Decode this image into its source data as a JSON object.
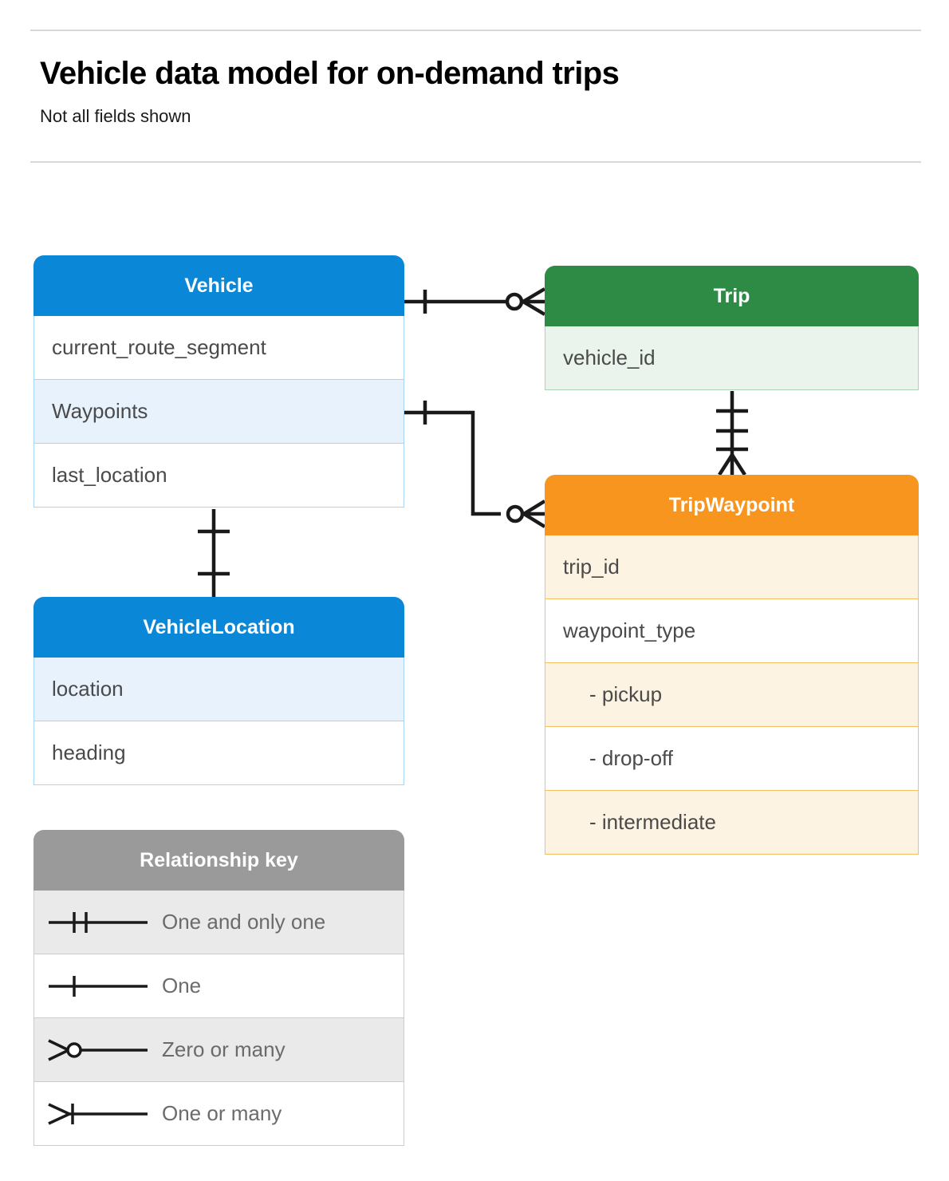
{
  "header": {
    "title": "Vehicle data model for on-demand trips",
    "subtitle": "Not all fields shown"
  },
  "colors": {
    "vehicle": "#0b87d8",
    "vehicle_row_alt": "#e8f2fc",
    "trip": "#2e8b46",
    "trip_row_alt": "#eaf4ec",
    "tripwaypoint": "#f7951e",
    "tripwaypoint_row_alt": "#fdf3e2",
    "legend": "#9a9a9a",
    "connector": "#1a1a1a",
    "rule": "#d8d8d8"
  },
  "entities": {
    "vehicle": {
      "name": "Vehicle",
      "fields": [
        {
          "label": "current_route_segment"
        },
        {
          "label": "Waypoints"
        },
        {
          "label": "last_location"
        }
      ]
    },
    "vehicle_location": {
      "name": "VehicleLocation",
      "fields": [
        {
          "label": "location"
        },
        {
          "label": "heading"
        }
      ]
    },
    "trip": {
      "name": "Trip",
      "fields": [
        {
          "label": "vehicle_id"
        }
      ]
    },
    "tripwaypoint": {
      "name": "TripWaypoint",
      "fields": [
        {
          "label": "trip_id"
        },
        {
          "label": "waypoint_type"
        },
        {
          "label": "-  pickup"
        },
        {
          "label": "-  drop-off"
        },
        {
          "label": "-  intermediate"
        }
      ]
    }
  },
  "legend": {
    "title": "Relationship key",
    "items": [
      {
        "symbol": "one-and-only-one",
        "label": "One and only one"
      },
      {
        "symbol": "one",
        "label": "One"
      },
      {
        "symbol": "zero-or-many",
        "label": "Zero or many"
      },
      {
        "symbol": "one-or-many",
        "label": "One or many"
      }
    ]
  },
  "relationships": [
    {
      "from": "Vehicle",
      "to": "Trip",
      "from_cardinality": "one",
      "to_cardinality": "zero-or-many"
    },
    {
      "from": "Vehicle.Waypoints",
      "to": "TripWaypoint",
      "from_cardinality": "one",
      "to_cardinality": "zero-or-many"
    },
    {
      "from": "Vehicle",
      "to": "VehicleLocation",
      "from_cardinality": "one",
      "to_cardinality": "one"
    },
    {
      "from": "Trip",
      "to": "TripWaypoint",
      "from_cardinality": "one-and-only-one",
      "to_cardinality": "one-or-many"
    }
  ]
}
